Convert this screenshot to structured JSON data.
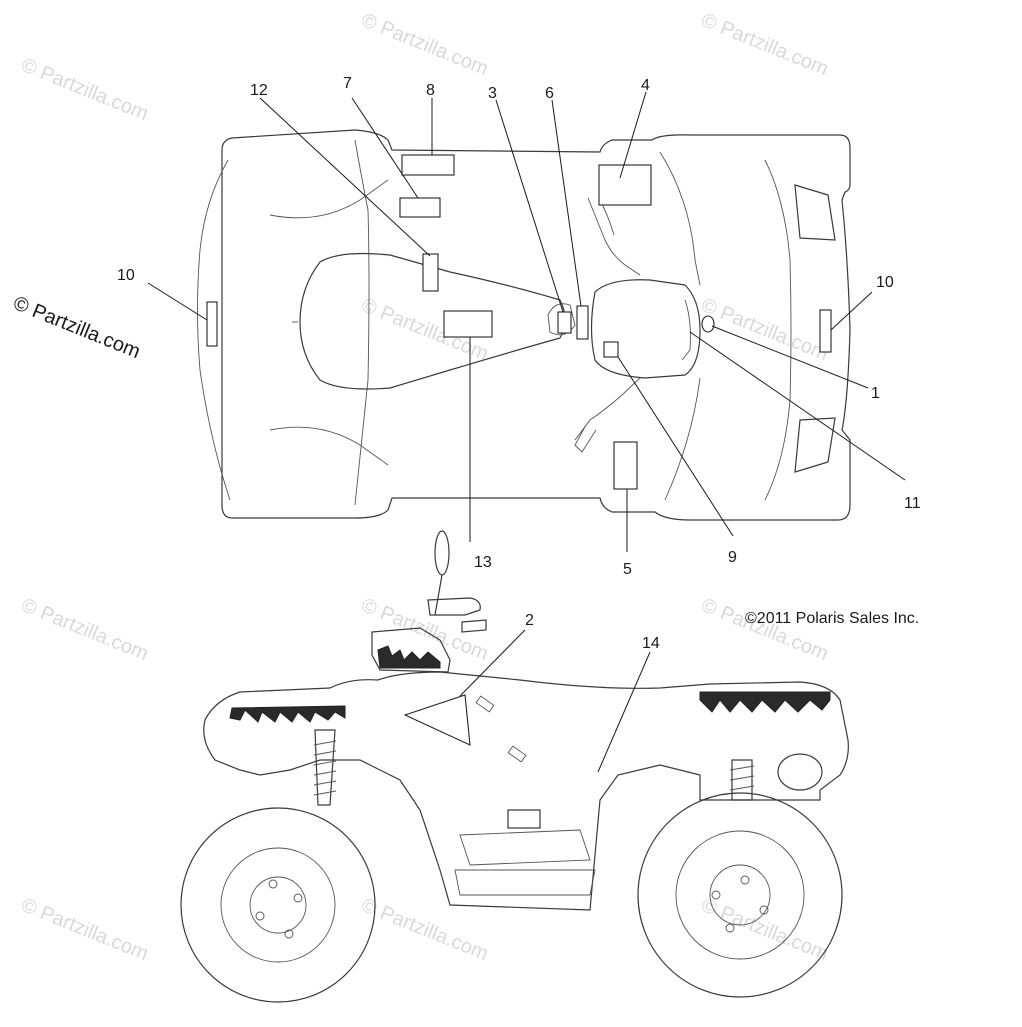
{
  "brand_watermark": "© Partzilla.com",
  "repeat_watermark": "© Partzilla.com",
  "copyright": "©2011 Polaris Sales Inc.",
  "callouts": {
    "c1": "1",
    "c2": "2",
    "c3": "3",
    "c4": "4",
    "c5": "5",
    "c6": "6",
    "c7": "7",
    "c8": "8",
    "c9": "9",
    "c10_left": "10",
    "c10_right": "10",
    "c11": "11",
    "c12": "12",
    "c13": "13",
    "c14": "14"
  }
}
